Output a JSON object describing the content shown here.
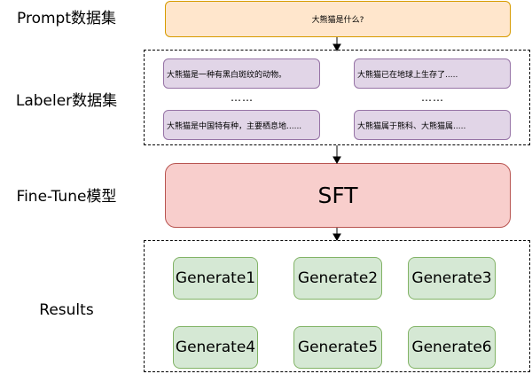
{
  "stages": {
    "prompt_label": "Prompt数据集",
    "labeler_label": "Labeler数据集",
    "finetune_label": "Fine-Tune模型",
    "results_label": "Results"
  },
  "prompt": {
    "text": "大熊猫是什么?"
  },
  "labeler": {
    "answers": [
      "大熊猫是一种有黑白斑纹的动物。",
      "大熊猫已在地球上生存了.....",
      "大熊猫是中国特有种，主要栖息地......",
      "大熊猫属于熊科、大熊猫属....."
    ],
    "ellipsis": "……"
  },
  "model": {
    "name": "SFT"
  },
  "results": {
    "generations": [
      "Generate1",
      "Generate2",
      "Generate3",
      "Generate4",
      "Generate5",
      "Generate6"
    ]
  },
  "colors": {
    "prompt_fill": "#ffe6cc",
    "prompt_stroke": "#d79b00",
    "labeler_fill": "#e1d5e7",
    "labeler_stroke": "#9673a6",
    "model_fill": "#f8cecc",
    "model_stroke": "#b85450",
    "result_fill": "#d5e8d4",
    "result_stroke": "#82b366"
  }
}
